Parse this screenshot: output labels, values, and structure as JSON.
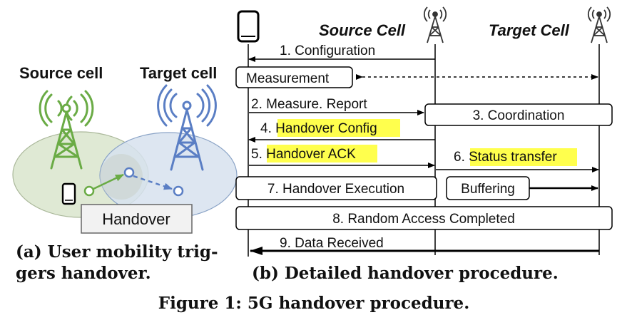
{
  "colors": {
    "source_green": "#6aab45",
    "target_blue": "#5a7ec4",
    "source_fill": "#dfe9d4",
    "target_fill": "#d7e2ef",
    "highlight": "#ffff4d",
    "line": "#000000"
  },
  "icons": [
    "phone-icon",
    "cell-tower-icon",
    "antenna-icon"
  ],
  "panel_a": {
    "source_label": "Source cell",
    "target_label": "Target cell",
    "handover_label": "Handover",
    "caption_line1": "(a) User mobility trig-",
    "caption_line2": "gers handover."
  },
  "panel_b": {
    "source_header": "Source Cell",
    "target_header": "Target Cell",
    "caption": "(b) Detailed handover procedure.",
    "messages": {
      "m1": "1. Configuration",
      "measurement": "Measurement",
      "m2": "2. Measure. Report",
      "m3": "3. Coordination",
      "m4_num": "4. ",
      "m4_text": "Handover Config",
      "m5_num": "5. ",
      "m5_text": "Handover ACK",
      "m6_num": "6. ",
      "m6_text": "Status transfer",
      "m7": "7. Handover Execution",
      "buffering": "Buffering",
      "m8": "8. Random Access Completed",
      "m9": "9. Data Received"
    }
  },
  "figure_caption": "Figure 1: 5G handover procedure."
}
